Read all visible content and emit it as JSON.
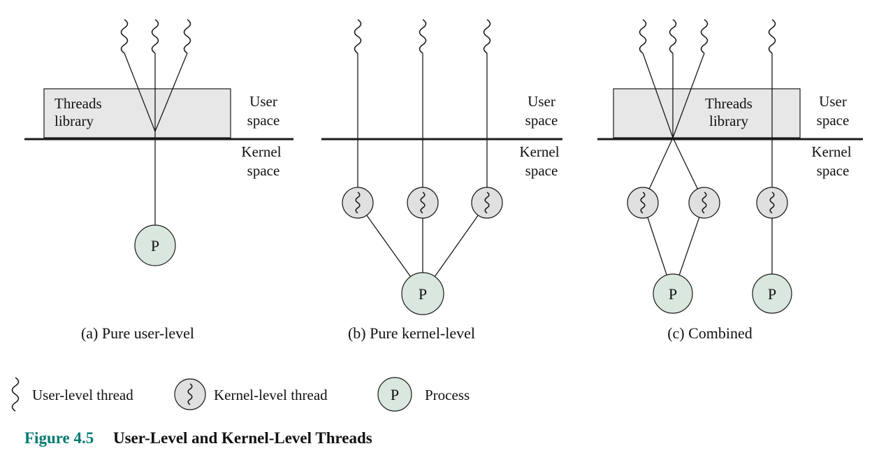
{
  "colors": {
    "box_fill": "#e7e7e7",
    "kernel_thread_fill": "#e0e0e0",
    "process_fill": "#d9e7de",
    "caption_accent": "#007a6e",
    "ink": "#1a1a1a"
  },
  "panel_a": {
    "caption": "(a) Pure user-level",
    "box_line1": "Threads",
    "box_line2": "library",
    "user_space_1": "User",
    "user_space_2": "space",
    "kernel_space_1": "Kernel",
    "kernel_space_2": "space",
    "process": "P"
  },
  "panel_b": {
    "caption": "(b) Pure kernel-level",
    "user_space_1": "User",
    "user_space_2": "space",
    "kernel_space_1": "Kernel",
    "kernel_space_2": "space",
    "process": "P"
  },
  "panel_c": {
    "caption": "(c) Combined",
    "box_line1": "Threads",
    "box_line2": "library",
    "user_space_1": "User",
    "user_space_2": "space",
    "kernel_space_1": "Kernel",
    "kernel_space_2": "space",
    "process_left": "P",
    "process_right": "P"
  },
  "legend": {
    "user_thread_label": "User-level thread",
    "kernel_thread_label": "Kernel-level thread",
    "process_symbol": "P",
    "process_label": "Process"
  },
  "figure": {
    "number": "Figure 4.5",
    "title": "User-Level and Kernel-Level Threads"
  }
}
